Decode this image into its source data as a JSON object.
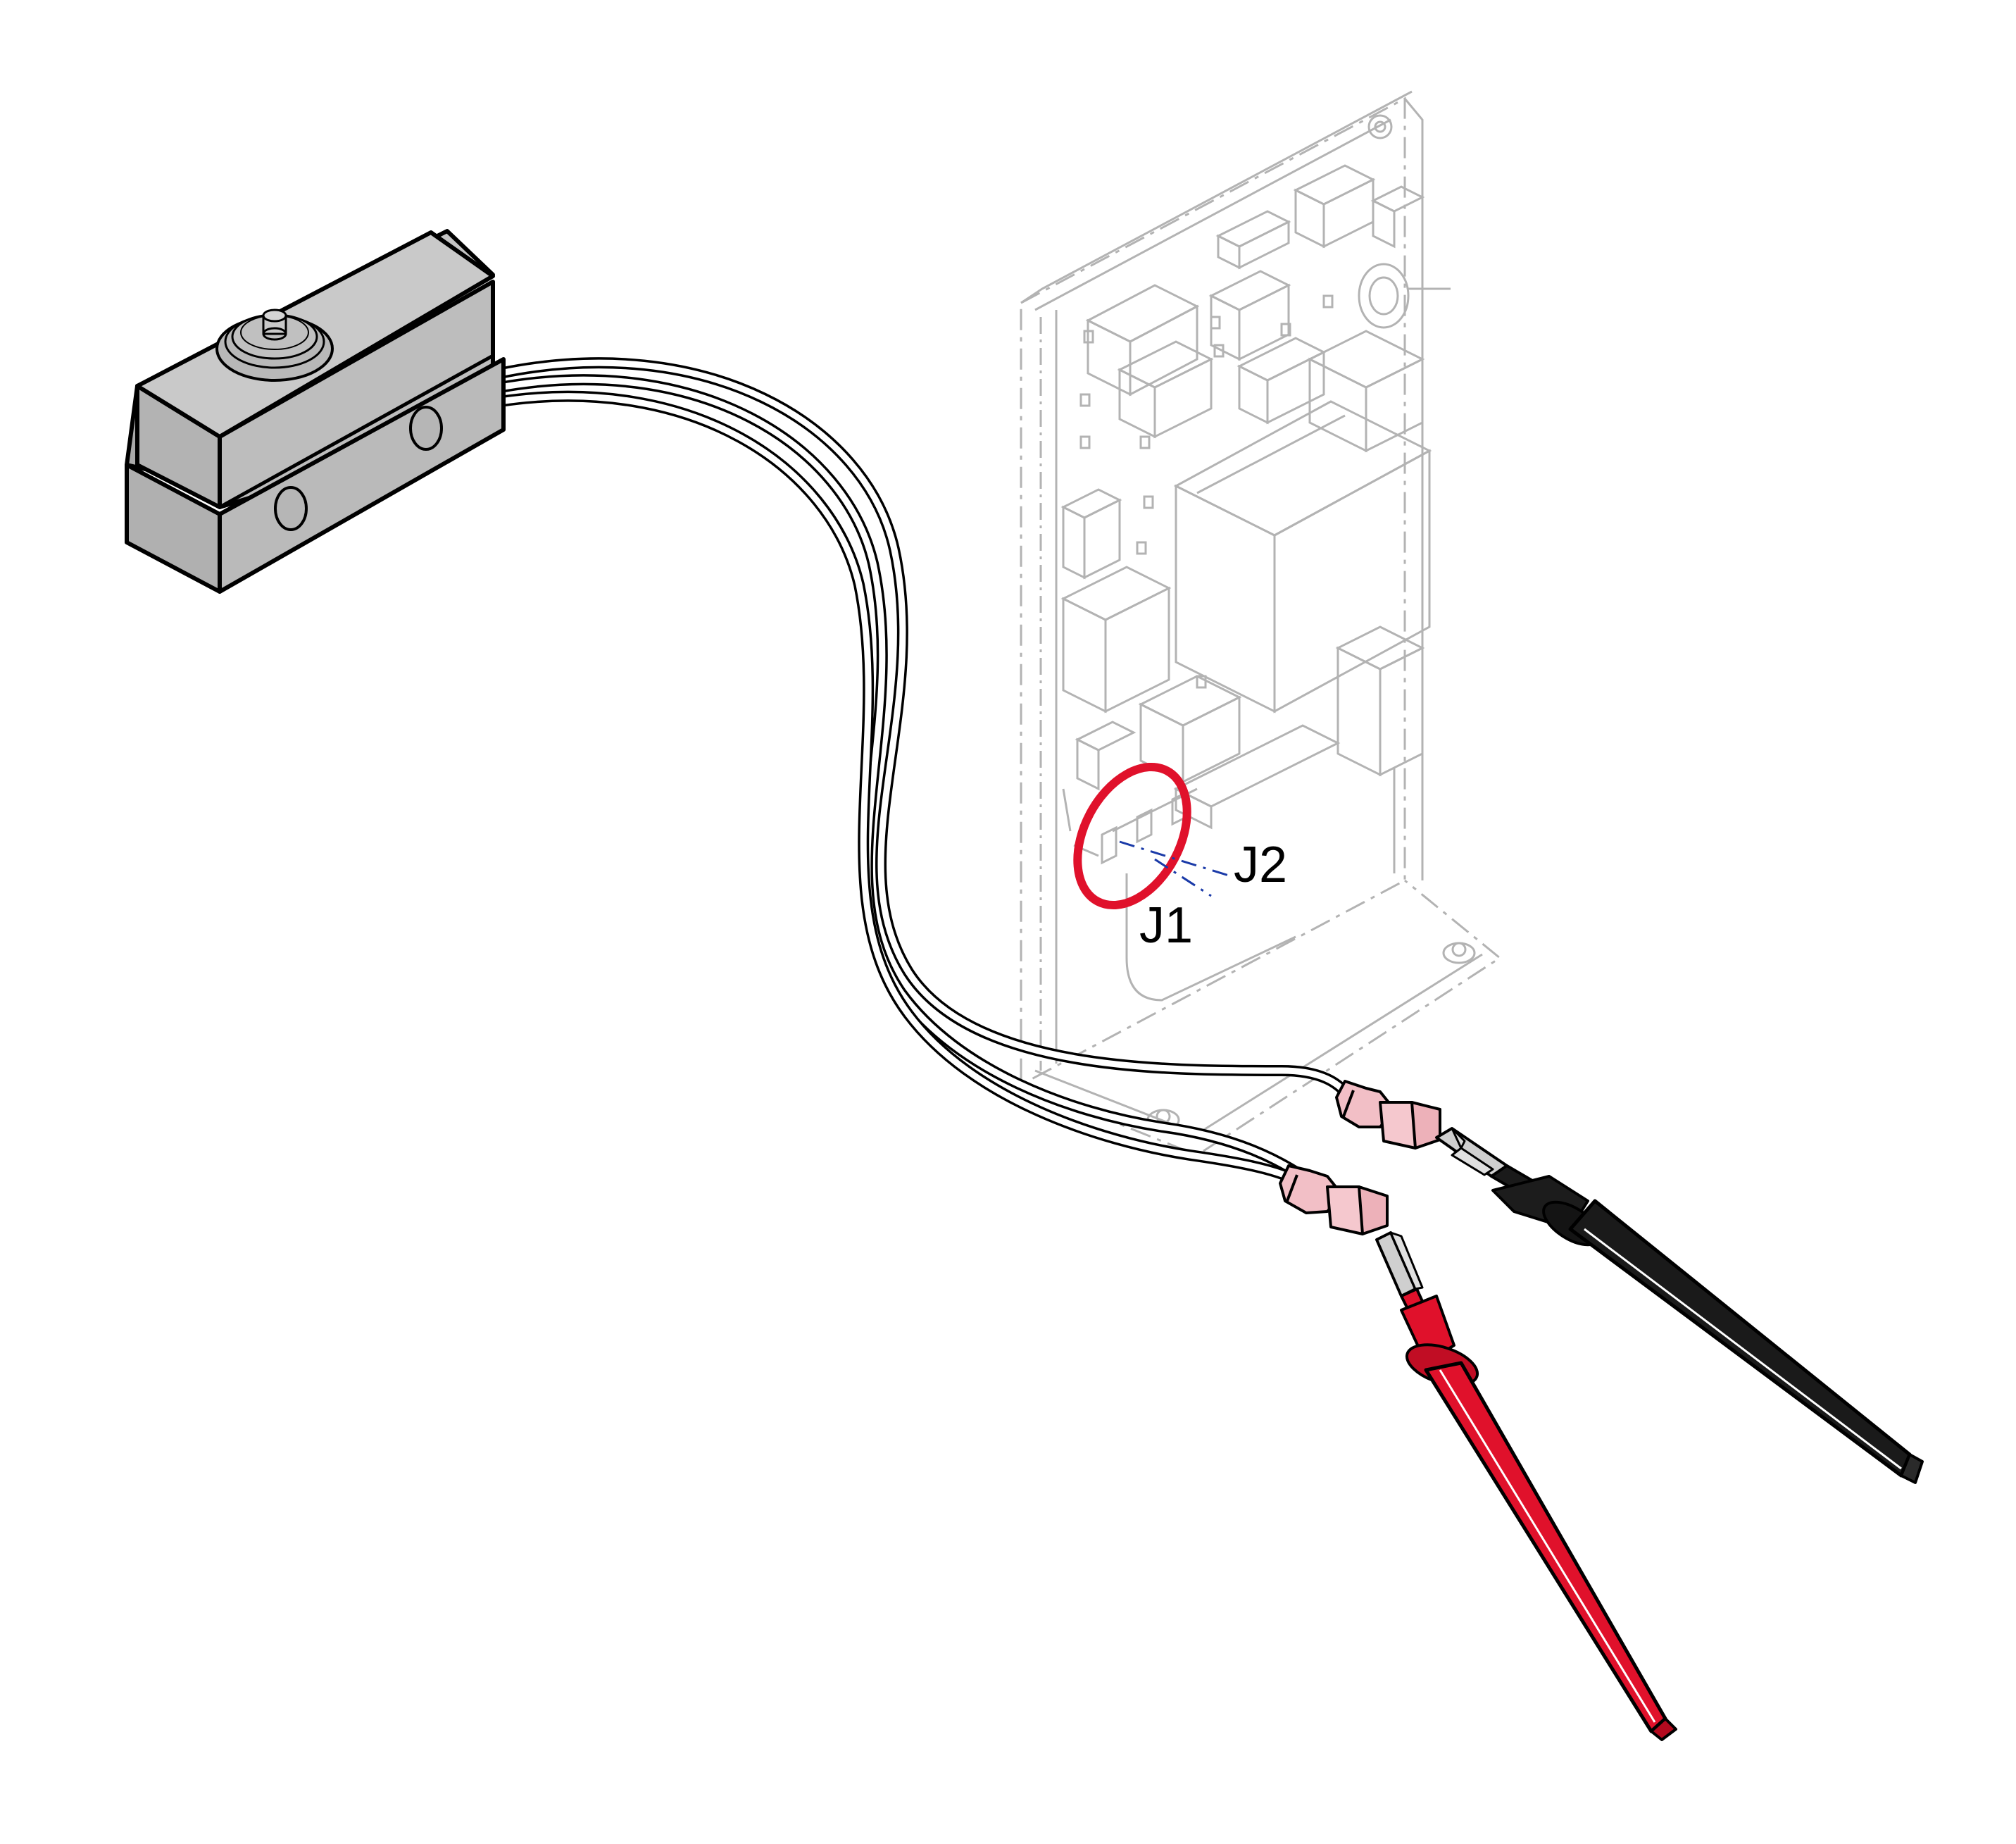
{
  "labels": {
    "connector_1": "J1",
    "connector_2": "J2"
  },
  "colors": {
    "background": "#ffffff",
    "switch_body": "#b7b7b7",
    "switch_outline": "#000000",
    "board_outline": "#b0b0b0",
    "highlight_ring": "#e0112b",
    "connector_callout": "#1a3aa8",
    "terminal_pink": "#f4c2c8",
    "probe_red": "#e0112b",
    "probe_black": "#1a1a1a",
    "probe_tip": "#c9c9c9"
  },
  "components": {
    "switch": "microswitch",
    "board": "control-board",
    "probes": [
      "red-test-probe",
      "black-test-probe"
    ],
    "terminals": [
      "female-spade-terminal",
      "female-spade-terminal"
    ]
  }
}
